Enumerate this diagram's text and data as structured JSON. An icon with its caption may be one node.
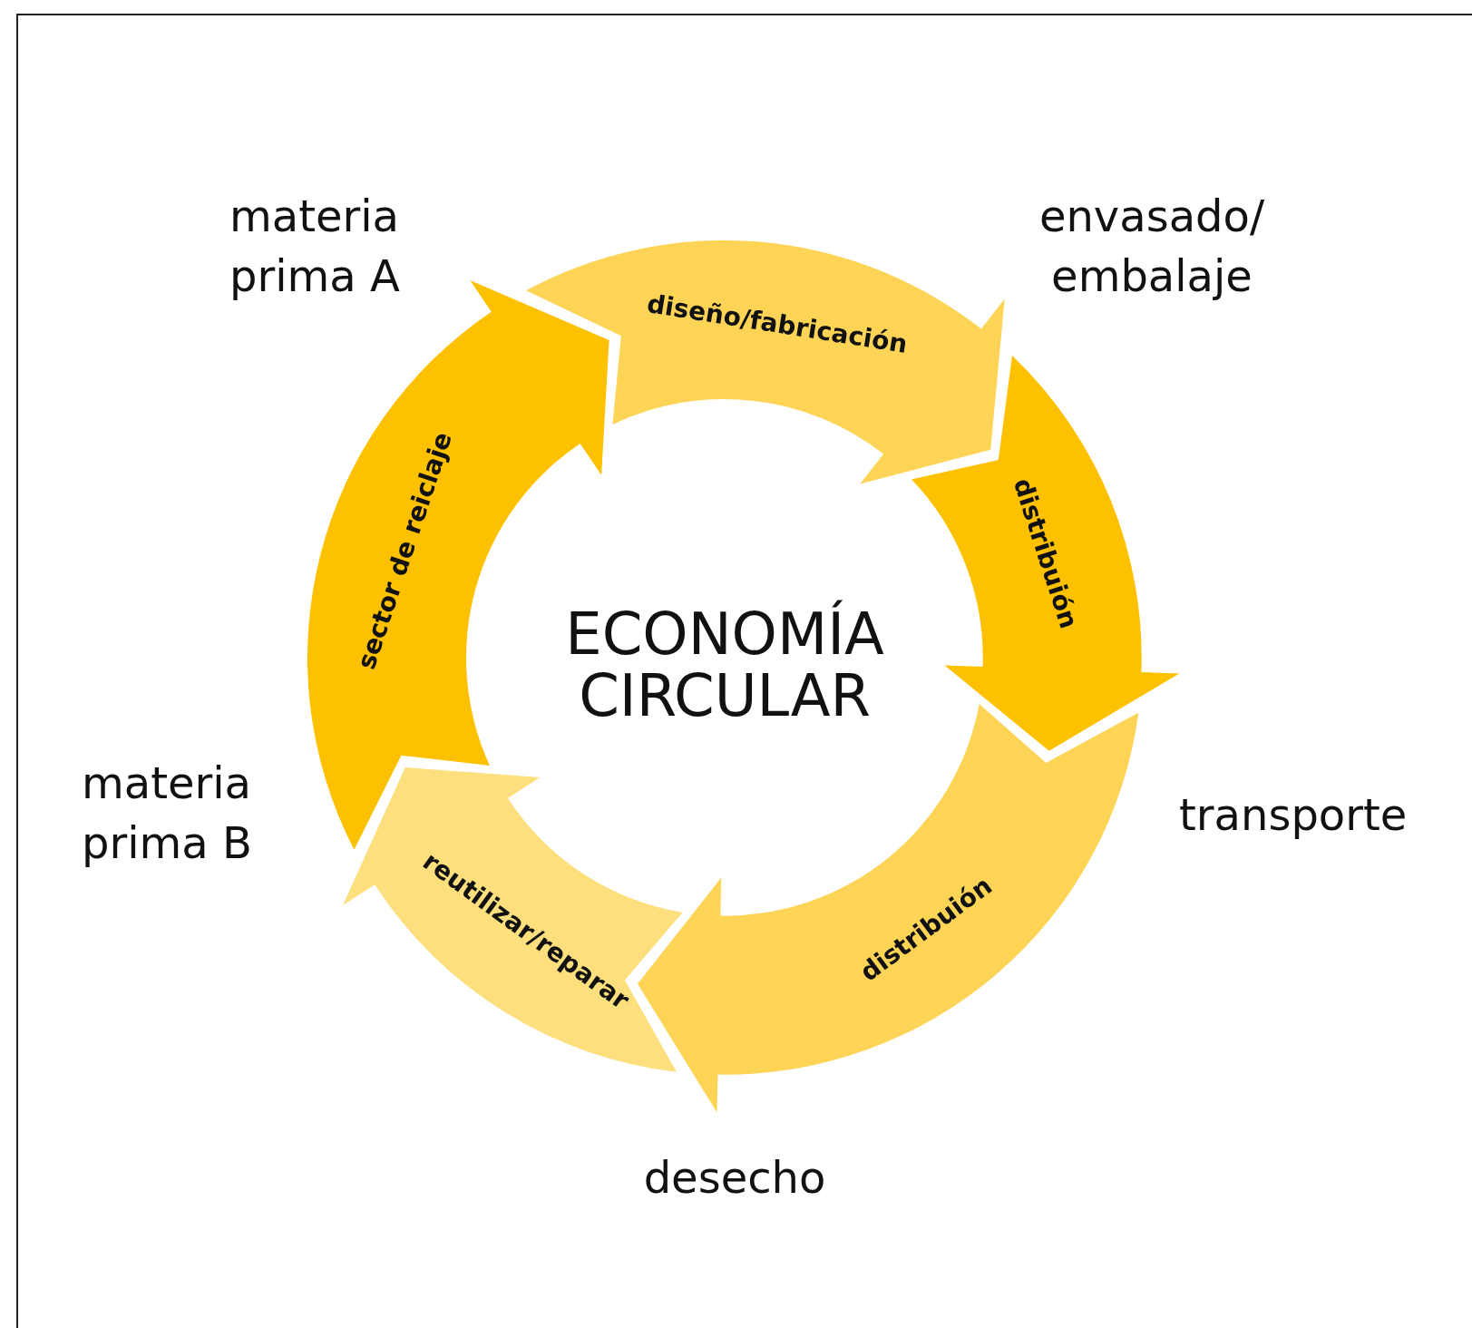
{
  "diagram": {
    "title": "ECONOMÍA CIRCULAR",
    "nodes": [
      {
        "text": [
          "diseño/fabricación"
        ]
      },
      {
        "text": [
          "distribuión"
        ]
      },
      {
        "text": [
          "distribuión"
        ]
      },
      {
        "text": [
          "reutilizar/reparar"
        ]
      },
      {
        "text": [
          "sector de reiclaje"
        ]
      }
    ],
    "labels": [
      "materia prima A",
      "envasado/ embalaje",
      "materia prima B",
      "transporte",
      "desecho"
    ]
  }
}
